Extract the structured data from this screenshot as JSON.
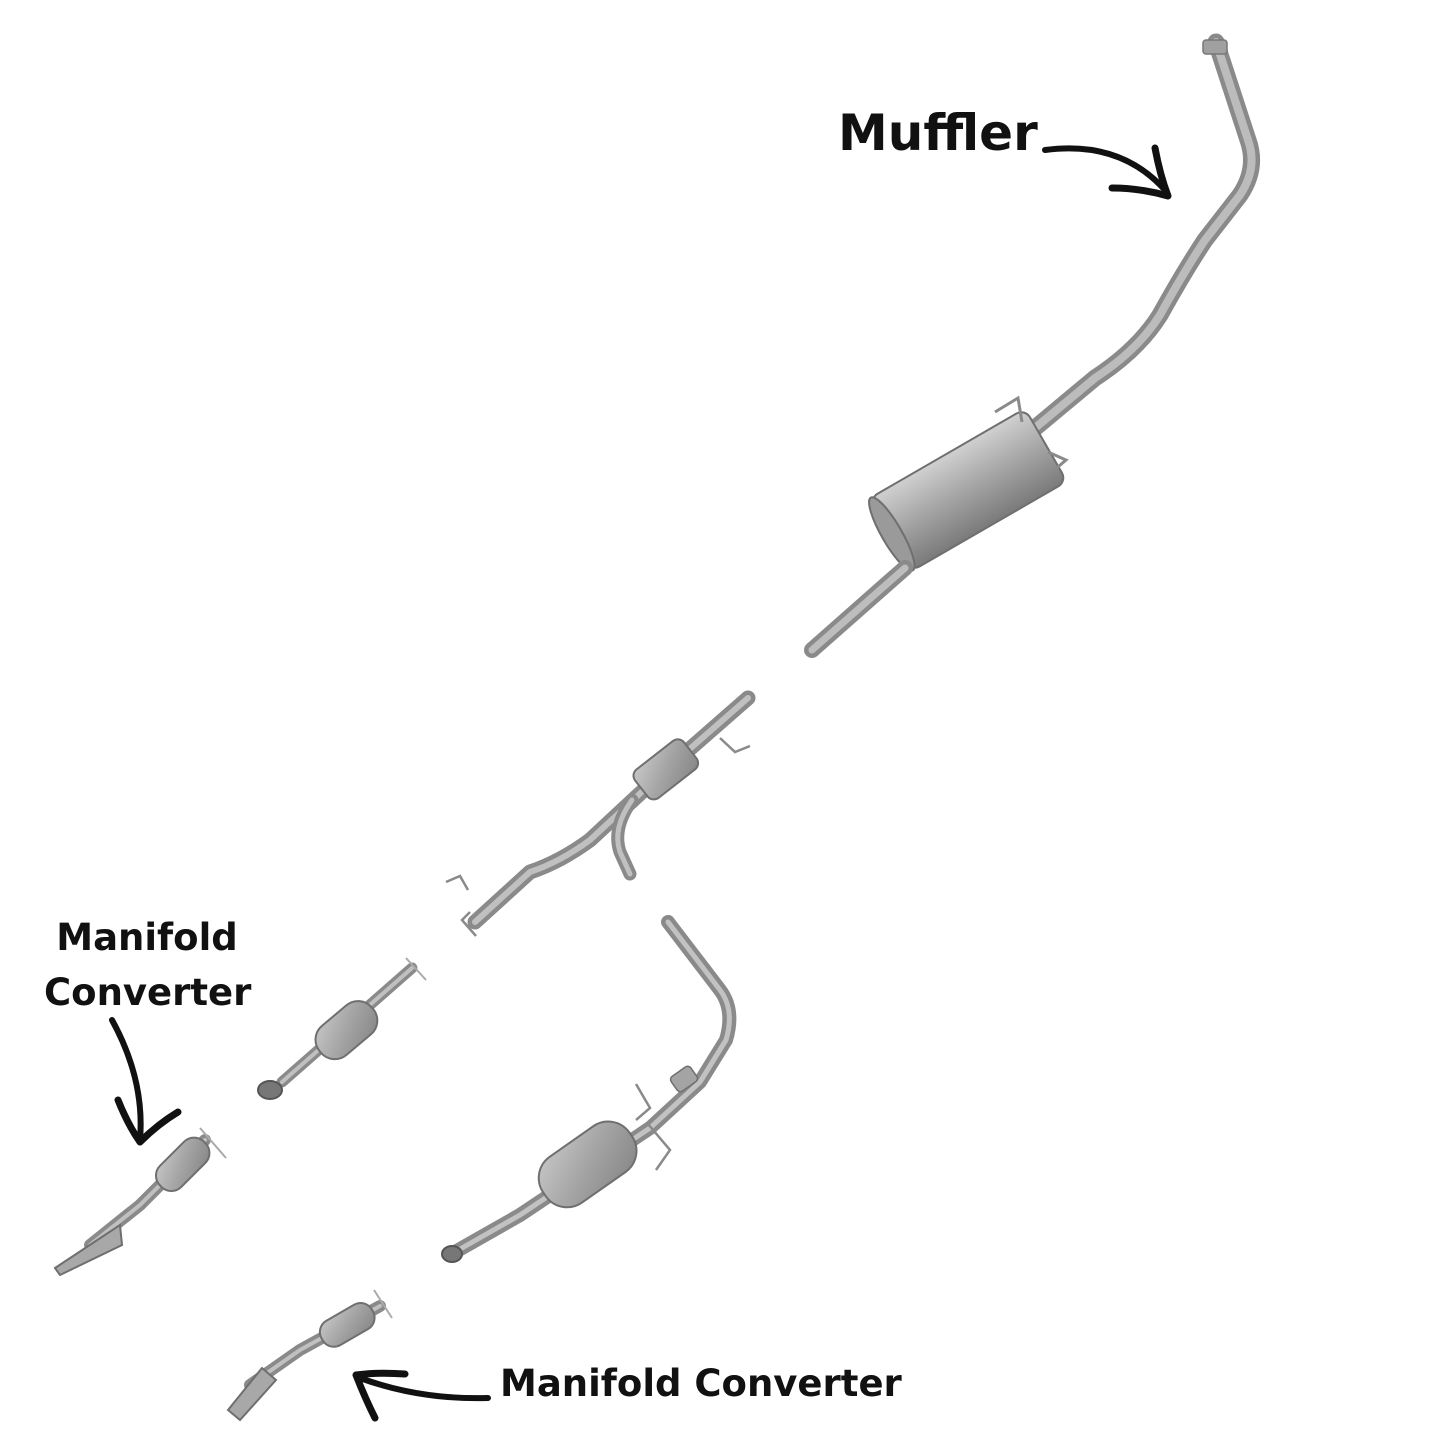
{
  "labels": {
    "muffler": "Muffler",
    "manifold_converter_left": "Manifold Converter",
    "manifold_converter_bottom": "Manifold Converter"
  },
  "colors": {
    "background": "#ffffff",
    "text": "#111111",
    "pipe": "#9c9c9c",
    "pipe_light": "#c4c4c4",
    "pipe_dark": "#6e6e6e",
    "arrow": "#111111"
  }
}
